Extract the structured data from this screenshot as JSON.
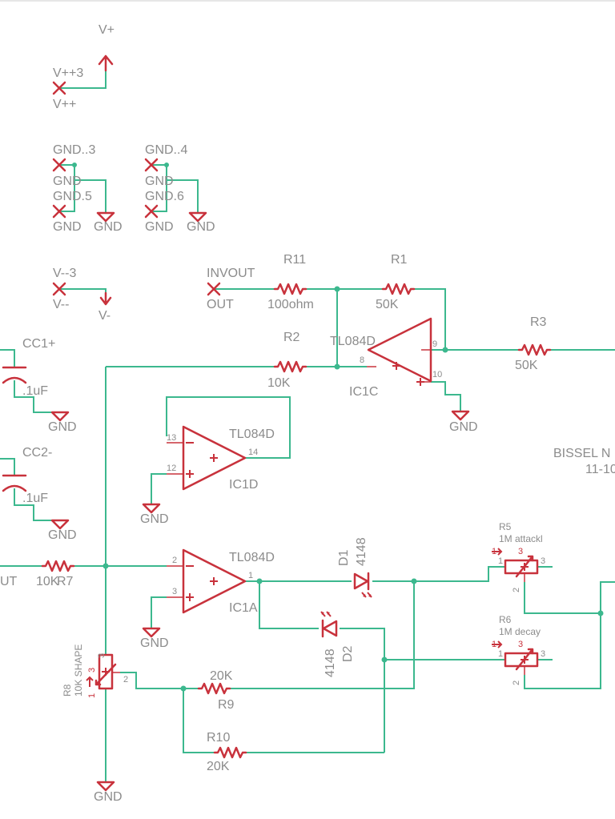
{
  "colors": {
    "wire": "#3cb88e",
    "symbol": "#c8323c",
    "text": "#8c8c8c"
  },
  "supply": {
    "vplus": "V+",
    "vpp3": "V++3",
    "vpp": "V++",
    "gnd3": "GND..3",
    "gnd4": "GND..4",
    "gnd5": "GND.5",
    "gnd6": "GND.6",
    "gnd": "GND",
    "vmm3": "V--3",
    "vmm": "V--",
    "vminus": "V-"
  },
  "caps": {
    "cc1": {
      "name": "CC1+",
      "value": ".1uF"
    },
    "cc2": {
      "name": "CC2-",
      "value": ".1uF"
    }
  },
  "resistors": {
    "r11": {
      "name": "R11",
      "value": "100ohm"
    },
    "r1": {
      "name": "R1",
      "value": "50K"
    },
    "r2": {
      "name": "R2",
      "value": "10K"
    },
    "r3": {
      "name": "R3",
      "value": "50K"
    },
    "r7": {
      "name": "R7",
      "value": "10K"
    },
    "r9": {
      "name": "R9",
      "value": "20K"
    },
    "r10": {
      "name": "R10",
      "value": "20K"
    }
  },
  "pots": {
    "r5": {
      "name": "R5",
      "value": "1M attackl",
      "p1": "1",
      "p3": "3",
      "p2": "2"
    },
    "r6": {
      "name": "R6",
      "value": "1M decay",
      "p1": "1",
      "p3": "3",
      "p2": "2"
    },
    "r8": {
      "name": "R8",
      "value": "10K SHAPE",
      "p1": "1",
      "p3": "3",
      "p2": "2"
    }
  },
  "opamps": {
    "ic1c": {
      "part": "TL084D",
      "name": "IC1C",
      "pin_inv": "8",
      "pin_non": "10",
      "pin_out": "9"
    },
    "ic1d": {
      "part": "TL084D",
      "name": "IC1D",
      "pin_inv": "13",
      "pin_non": "12",
      "pin_out": "14"
    },
    "ic1a": {
      "part": "TL084D",
      "name": "IC1A",
      "pin_inv": "2",
      "pin_non": "3",
      "pin_out": "1"
    }
  },
  "diodes": {
    "d1": {
      "name": "D1",
      "value": "4148"
    },
    "d2": {
      "name": "D2",
      "value": "4148"
    }
  },
  "labels": {
    "invout": "INVOUT",
    "out": "OUT",
    "out_left": "UT",
    "bissel": "BISSEL N",
    "date": "11-10",
    "minus": "−",
    "plus": "+"
  }
}
